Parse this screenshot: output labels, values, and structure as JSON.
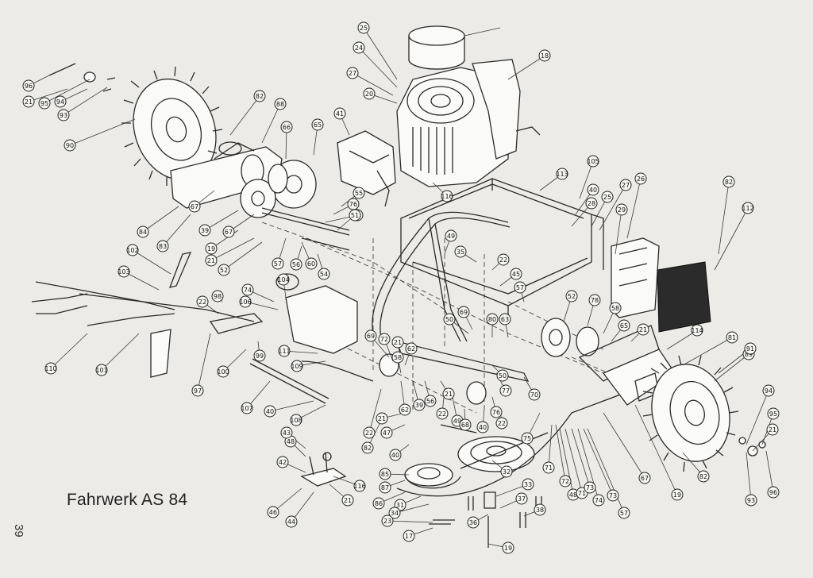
{
  "title": "Fahrwerk AS 84",
  "page_number": "39",
  "callouts": [
    {
      "label": "96"
    },
    {
      "label": "21"
    },
    {
      "label": "95"
    },
    {
      "label": "94"
    },
    {
      "label": "93"
    },
    {
      "label": "90"
    },
    {
      "label": "82"
    },
    {
      "label": "88"
    },
    {
      "label": "66"
    },
    {
      "label": "65"
    },
    {
      "label": "41"
    },
    {
      "label": "84"
    },
    {
      "label": "83"
    },
    {
      "label": "67"
    },
    {
      "label": "39"
    },
    {
      "label": "67"
    },
    {
      "label": "19"
    },
    {
      "label": "21"
    },
    {
      "label": "52"
    },
    {
      "label": "55"
    },
    {
      "label": "76"
    },
    {
      "label": "53"
    },
    {
      "label": "51"
    },
    {
      "label": "54"
    },
    {
      "label": "60"
    },
    {
      "label": "57"
    },
    {
      "label": "56"
    },
    {
      "label": "25"
    },
    {
      "label": "24"
    },
    {
      "label": "27"
    },
    {
      "label": "20"
    },
    {
      "label": "18"
    },
    {
      "label": "116"
    },
    {
      "label": "113"
    },
    {
      "label": "105"
    },
    {
      "label": "40"
    },
    {
      "label": "28"
    },
    {
      "label": "25"
    },
    {
      "label": "27"
    },
    {
      "label": "26"
    },
    {
      "label": "29"
    },
    {
      "label": "82"
    },
    {
      "label": "112"
    },
    {
      "label": "49"
    },
    {
      "label": "35"
    },
    {
      "label": "22"
    },
    {
      "label": "45"
    },
    {
      "label": "102"
    },
    {
      "label": "103"
    },
    {
      "label": "104"
    },
    {
      "label": "74"
    },
    {
      "label": "106"
    },
    {
      "label": "22"
    },
    {
      "label": "98"
    },
    {
      "label": "110"
    },
    {
      "label": "101"
    },
    {
      "label": "97"
    },
    {
      "label": "100"
    },
    {
      "label": "99"
    },
    {
      "label": "111"
    },
    {
      "label": "109"
    },
    {
      "label": "107"
    },
    {
      "label": "40"
    },
    {
      "label": "108"
    },
    {
      "label": "22"
    },
    {
      "label": "82"
    },
    {
      "label": "69"
    },
    {
      "label": "72"
    },
    {
      "label": "21"
    },
    {
      "label": "62"
    },
    {
      "label": "58"
    },
    {
      "label": "50"
    },
    {
      "label": "69"
    },
    {
      "label": "80"
    },
    {
      "label": "63"
    },
    {
      "label": "57"
    },
    {
      "label": "52"
    },
    {
      "label": "78"
    },
    {
      "label": "58"
    },
    {
      "label": "65"
    },
    {
      "label": "21"
    },
    {
      "label": "114"
    },
    {
      "label": "81"
    },
    {
      "label": "89"
    },
    {
      "label": "91"
    },
    {
      "label": "62"
    },
    {
      "label": "39"
    },
    {
      "label": "56"
    },
    {
      "label": "50"
    },
    {
      "label": "77"
    },
    {
      "label": "70"
    },
    {
      "label": "21"
    },
    {
      "label": "22"
    },
    {
      "label": "49"
    },
    {
      "label": "76"
    },
    {
      "label": "68"
    },
    {
      "label": "40"
    },
    {
      "label": "22"
    },
    {
      "label": "21"
    },
    {
      "label": "47"
    },
    {
      "label": "48"
    },
    {
      "label": "40"
    },
    {
      "label": "43"
    },
    {
      "label": "42"
    },
    {
      "label": "116"
    },
    {
      "label": "46"
    },
    {
      "label": "44"
    },
    {
      "label": "21"
    },
    {
      "label": "85"
    },
    {
      "label": "87"
    },
    {
      "label": "86"
    },
    {
      "label": "31"
    },
    {
      "label": "34"
    },
    {
      "label": "32"
    },
    {
      "label": "33"
    },
    {
      "label": "37"
    },
    {
      "label": "36"
    },
    {
      "label": "38"
    },
    {
      "label": "23"
    },
    {
      "label": "17"
    },
    {
      "label": "19"
    },
    {
      "label": "75"
    },
    {
      "label": "71"
    },
    {
      "label": "72"
    },
    {
      "label": "48"
    },
    {
      "label": "71"
    },
    {
      "label": "73"
    },
    {
      "label": "74"
    },
    {
      "label": "73"
    },
    {
      "label": "57"
    },
    {
      "label": "67"
    },
    {
      "label": "19"
    },
    {
      "label": "82"
    },
    {
      "label": "93"
    },
    {
      "label": "21"
    },
    {
      "label": "95"
    },
    {
      "label": "94"
    },
    {
      "label": "96"
    }
  ]
}
